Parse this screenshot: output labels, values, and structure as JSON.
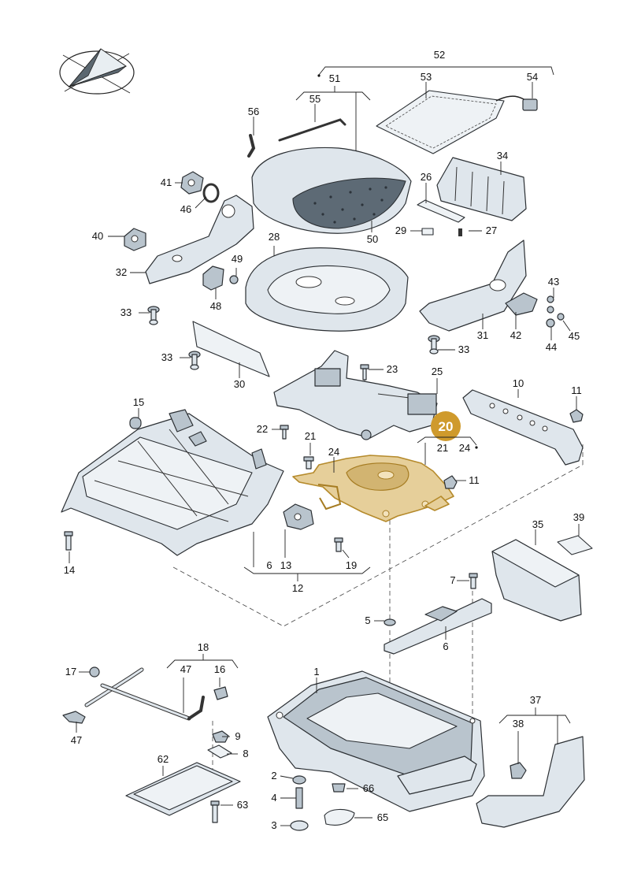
{
  "highlight": {
    "part_number": "20",
    "color": "#cf9a2c"
  },
  "callouts": {
    "c52": "52",
    "c51": "51",
    "c53": "53",
    "c54": "54",
    "c55": "55",
    "c56": "56",
    "c34": "34",
    "c26": "26",
    "c41": "41",
    "c46": "46",
    "c50": "50",
    "c29": "29",
    "c27": "27",
    "c40": "40",
    "c28": "28",
    "c32": "32",
    "c49": "49",
    "c48": "48",
    "c43": "43",
    "c33a": "33",
    "c31": "31",
    "c42": "42",
    "c44": "44",
    "c45": "45",
    "c33b": "33",
    "c33c": "33",
    "c30": "30",
    "c23": "23",
    "c25": "25",
    "c10": "10",
    "c11a": "11",
    "c15": "15",
    "c22": "22",
    "c21a": "21",
    "c21b": "21",
    "c24a": "24",
    "c24b": "24",
    "c11b": "11",
    "c14": "14",
    "c6a": "6",
    "c13": "13",
    "c19": "19",
    "c12": "12",
    "c35": "35",
    "c39": "39",
    "c7": "7",
    "c5": "5",
    "c6b": "6",
    "c18": "18",
    "c17": "17",
    "c47a": "47",
    "c16": "16",
    "c47b": "47",
    "c1": "1",
    "c9": "9",
    "c8": "8",
    "c62": "62",
    "c37": "37",
    "c38": "38",
    "c2": "2",
    "c66": "66",
    "c4": "4",
    "c63": "63",
    "c65": "65",
    "c3": "3"
  },
  "icons": {
    "compass": "compass-orientation-icon"
  }
}
